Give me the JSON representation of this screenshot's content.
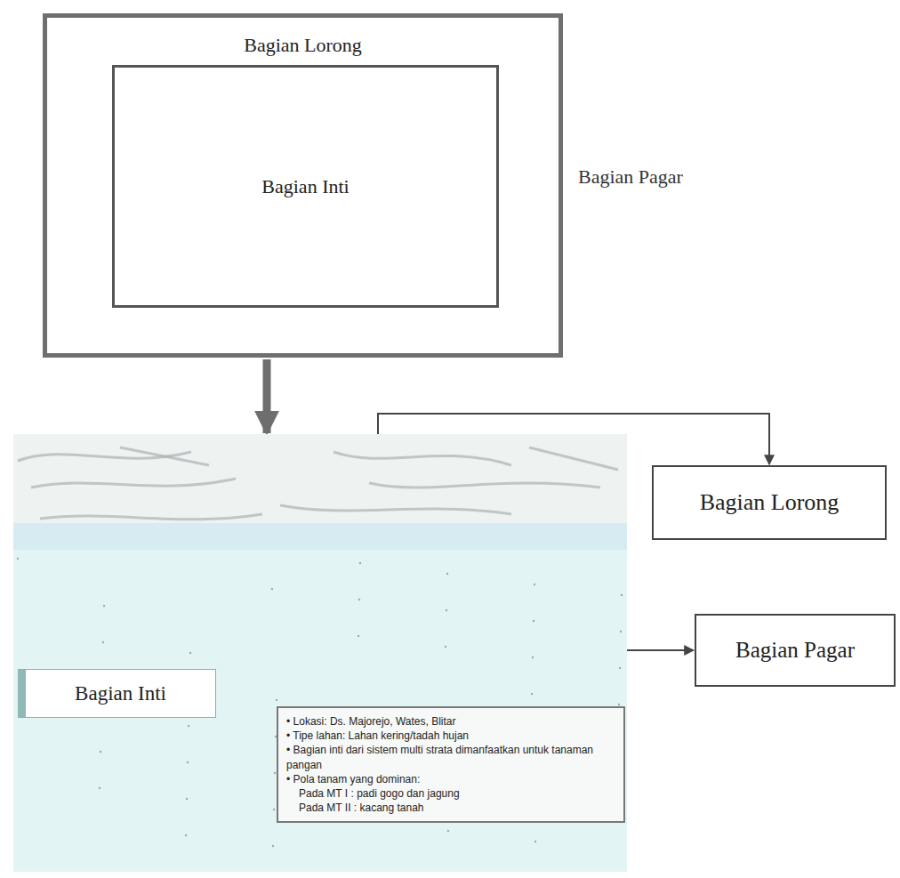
{
  "diagram": {
    "nodes": [
      {
        "text": [
          "Bagian Lorong"
        ]
      },
      {
        "text": [
          "Bagian Inti"
        ],
        "in": 0
      },
      {
        "text": []
      },
      {
        "text": [
          "Bagian Inti"
        ],
        "in": 2
      },
      {
        "text": [
          "• Lokasi: Ds. Majorejo, Wates, Blitar",
          "• Tipe lahan: Lahan kering/tadah hujan",
          "• Bagian inti dari sistem multi strata dimanfaatkan untuk tanaman pangan",
          "• Pola tanam yang dominan:",
          "Pada MT I : padi gogo dan jagung",
          "Pada MT II : kacang tanah"
        ],
        "in": 2
      },
      {
        "text": [
          "Bagian Lorong"
        ]
      },
      {
        "text": [
          "Bagian Pagar"
        ]
      }
    ],
    "edges": [
      {
        "from": 0,
        "to": 2,
        "arrow": "to"
      },
      {
        "from": 2,
        "to": 5,
        "arrow": "to"
      },
      {
        "from": 2,
        "to": 6,
        "arrow": "to"
      }
    ],
    "labels": [
      "Bagian Pagar"
    ]
  }
}
